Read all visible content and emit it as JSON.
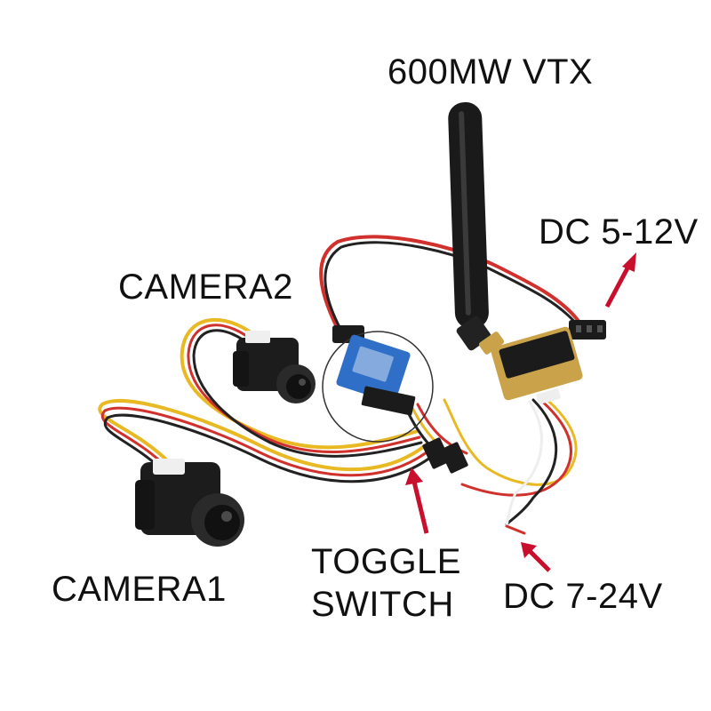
{
  "labels": {
    "vtx": "600MW VTX",
    "dc_5_12": "DC 5-12V",
    "camera2": "CAMERA2",
    "camera1": "CAMERA1",
    "toggle_line1": "TOGGLE",
    "toggle_line2": "SWITCH",
    "dc_7_24": "DC 7-24V"
  },
  "colors": {
    "arrow": "#c8102e",
    "wire_red": "#d0312d",
    "wire_yellow": "#e8b923",
    "wire_black": "#222222",
    "wire_white": "#eeeeee",
    "board_blue": "#2f6fc7",
    "antenna": "#1a1a1a",
    "vtx_gold": "#c9a24a"
  }
}
